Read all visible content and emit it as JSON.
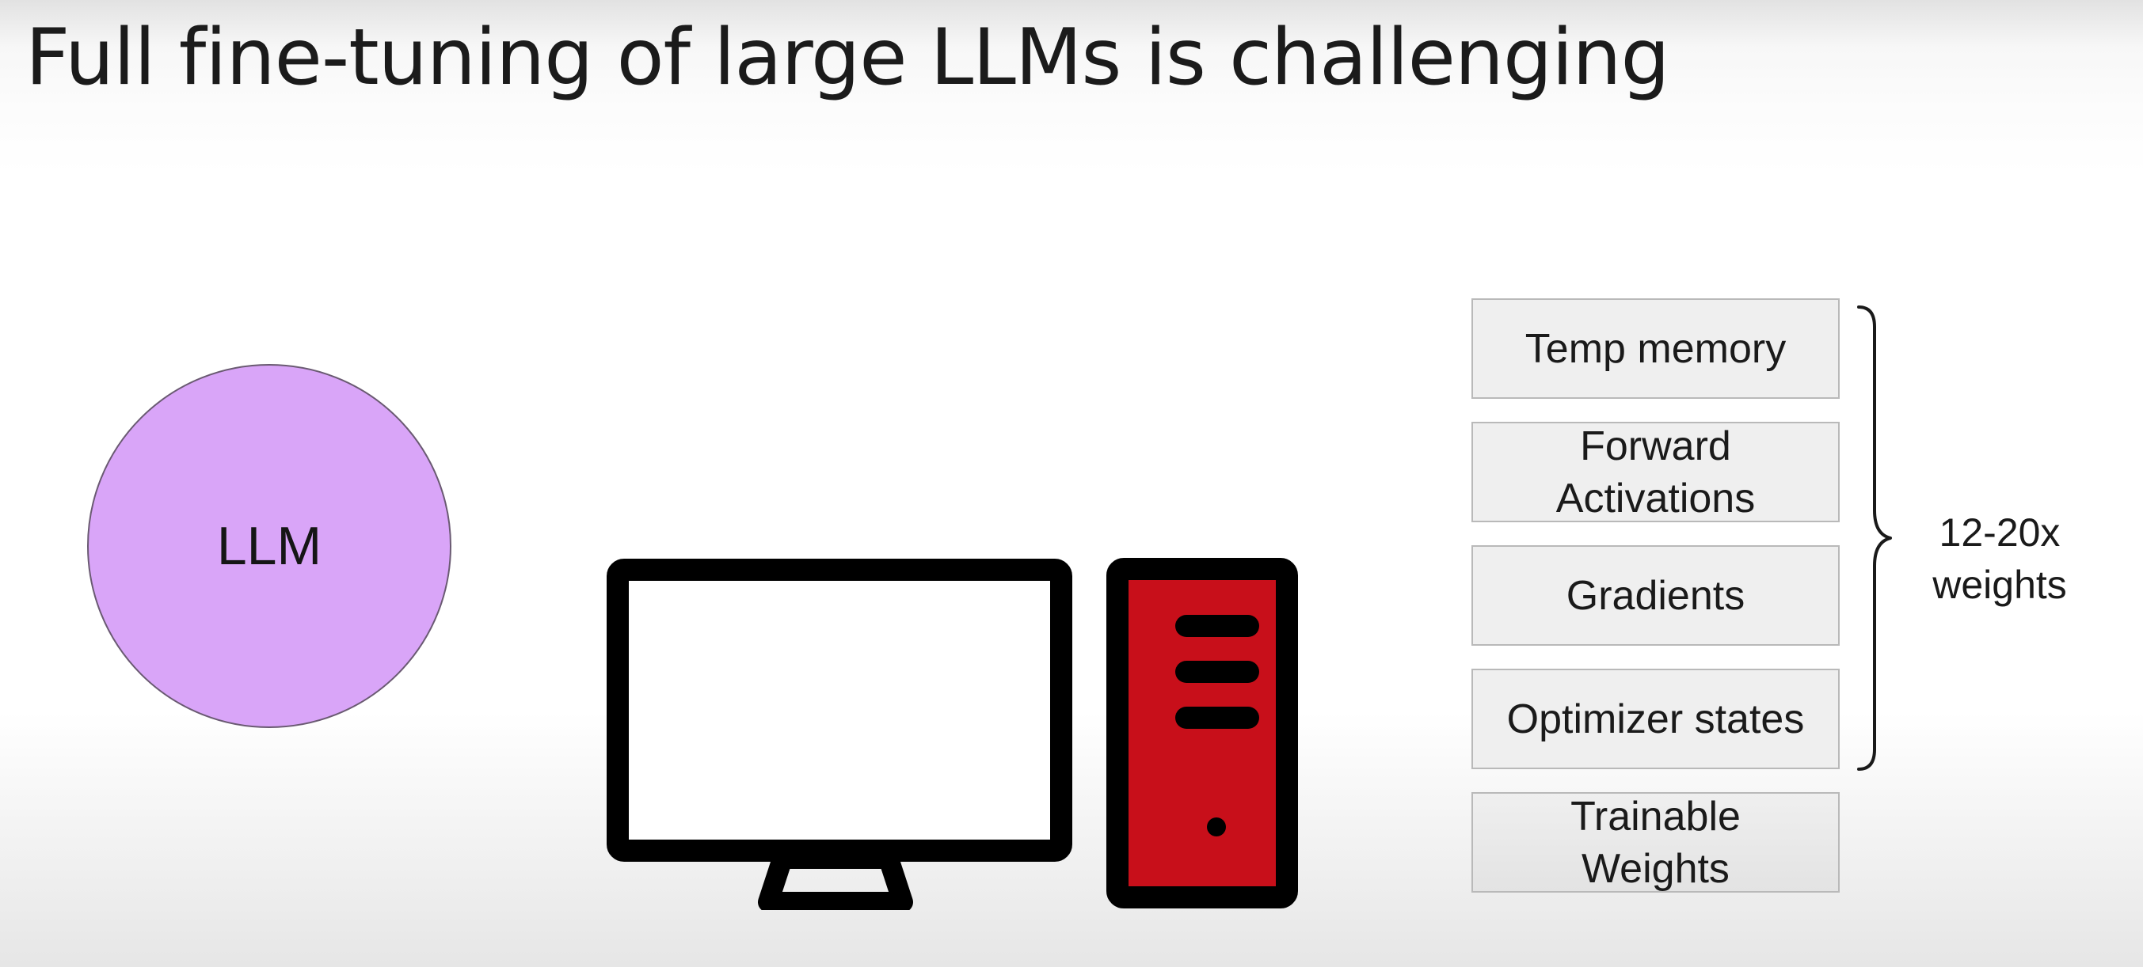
{
  "title": "Full fine-tuning of large LLMs is challenging",
  "model_label": "LLM",
  "memory_stack": [
    {
      "lines": [
        "Temp memory"
      ]
    },
    {
      "lines": [
        "Forward",
        "Activations"
      ]
    },
    {
      "lines": [
        "Gradients"
      ]
    },
    {
      "lines": [
        "Optimizer states"
      ]
    },
    {
      "lines": [
        "Trainable",
        "Weights"
      ]
    }
  ],
  "brace_annotation": [
    "12-20x",
    "weights"
  ],
  "colors": {
    "llm_circle": "#d9a5f8",
    "computer_tower": "#c80f1a",
    "box_fill": "#efefef",
    "box_border": "#b9b9b9"
  },
  "icons": [
    "monitor-icon",
    "computer-tower-icon"
  ]
}
